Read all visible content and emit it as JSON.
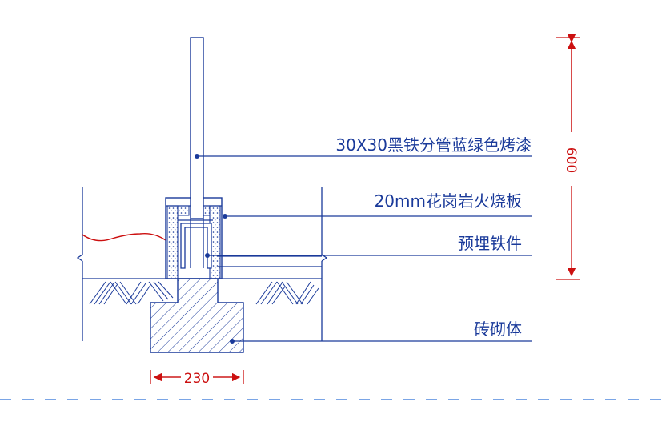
{
  "labels": {
    "pipe": "30X30黑铁分管蓝绿色烤漆",
    "granite": "20mm花岗岩火烧板",
    "embedded": "预埋铁件",
    "masonry": "砖砌体"
  },
  "dimensions": {
    "height": "600",
    "width": "230"
  },
  "colors": {
    "line": "#1a3a9a",
    "dimension": "#cc1010",
    "dash": "#2a6fd6"
  }
}
